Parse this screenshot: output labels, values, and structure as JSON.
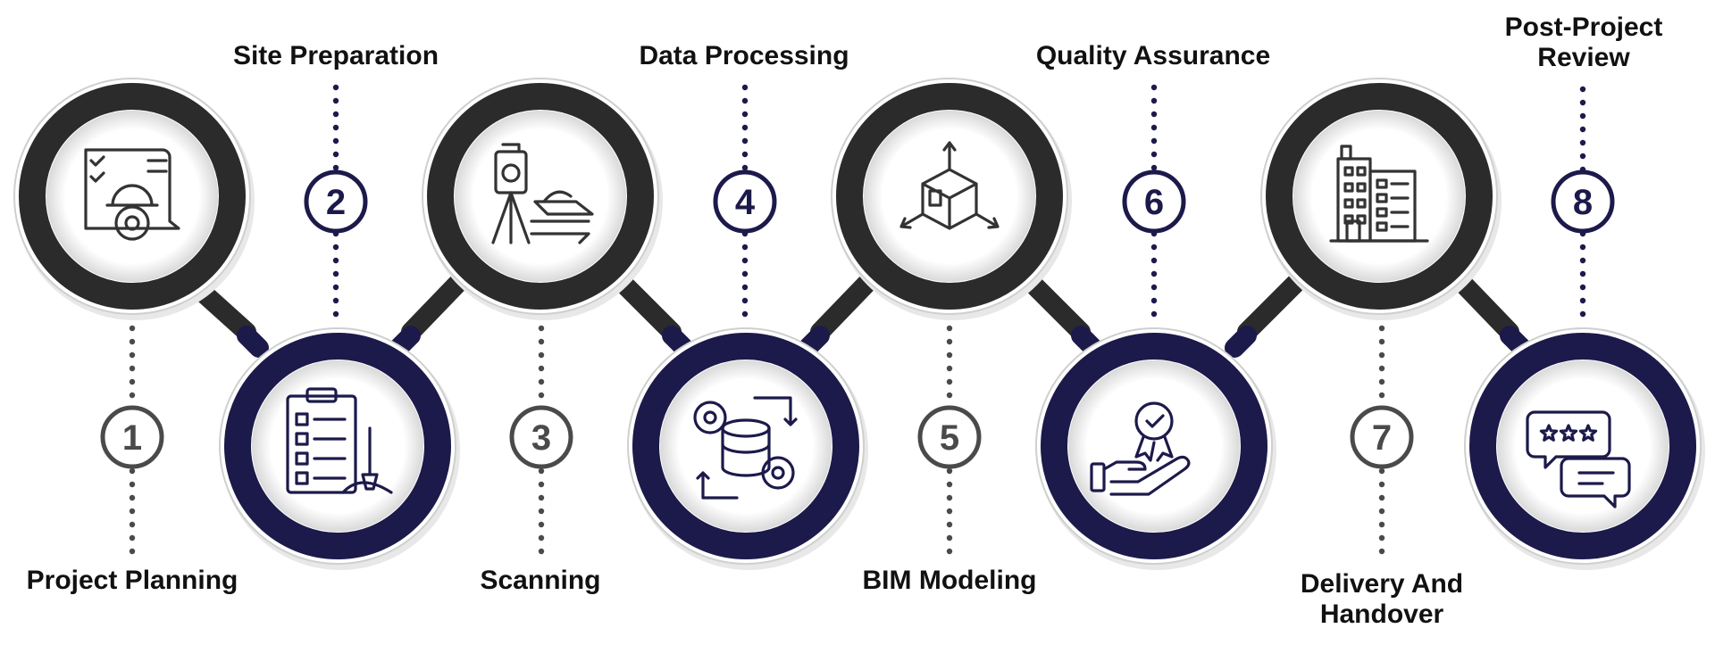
{
  "colors": {
    "dark_ring": "#2b2b2b",
    "navy_ring": "#1c1a4a",
    "icon_dark": "#333333",
    "icon_navy": "#1c1a4a",
    "dot_dark": "#4a4a4a",
    "dot_navy": "#1c1a4a",
    "text": "#111111"
  },
  "steps": [
    {
      "number": "1",
      "label": "Project Planning",
      "icon": "blueprint-helmet-gear-icon"
    },
    {
      "number": "2",
      "label": "Site Preparation",
      "icon": "clipboard-checklist-shovel-icon"
    },
    {
      "number": "3",
      "label": "Scanning",
      "icon": "laser-scanner-tripod-icon"
    },
    {
      "number": "4",
      "label": "Data Processing",
      "icon": "database-gears-icon"
    },
    {
      "number": "5",
      "label": "BIM Modeling",
      "icon": "3d-cube-axes-icon"
    },
    {
      "number": "6",
      "label": "Quality Assurance",
      "icon": "hand-award-badge-icon"
    },
    {
      "number": "7",
      "label": "Delivery And Handover",
      "icon": "buildings-icon"
    },
    {
      "number": "8",
      "label": "Post-Project Review",
      "icon": "rating-chat-bubbles-icon"
    }
  ]
}
